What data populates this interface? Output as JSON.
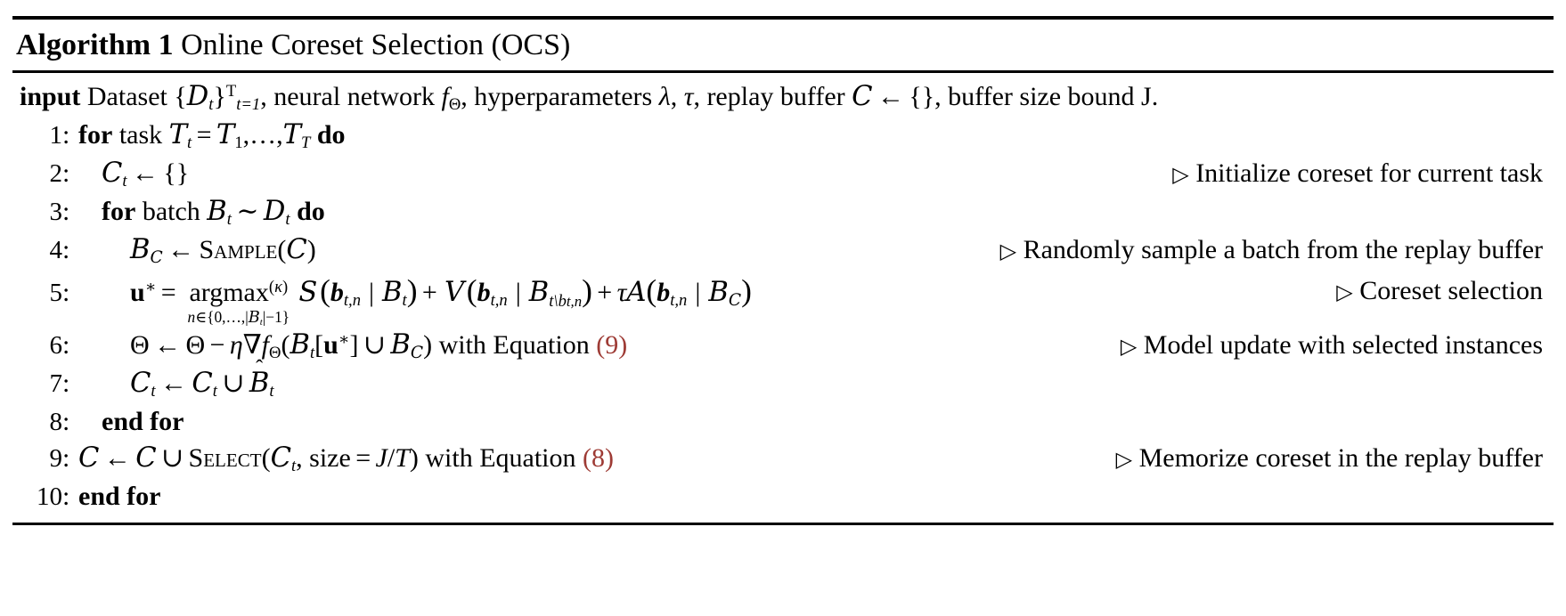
{
  "algorithm": {
    "label": "Algorithm 1",
    "name": "Online Coreset Selection (OCS)",
    "input_keyword": "input",
    "input_text_1": "Dataset {",
    "input_text_2": ", neural network ",
    "input_text_3": ", hyperparameters ",
    "input_text_4": ", replay buffer ",
    "input_text_5": ", buffer size bound J."
  },
  "symbols": {
    "dataset_D": "D",
    "task_T": "T",
    "batch_B": "B",
    "coreset_C": "C",
    "network_f": "f",
    "theta": "Θ",
    "lambda": "λ",
    "tau": "τ",
    "kappa": "κ",
    "eta": "η",
    "nabla": "∇",
    "arrow_left": "←",
    "empty_set_braces": "{}",
    "union": "∪",
    "element_of": "∈",
    "tilde_sim": "∼",
    "triangle_marker": "▷",
    "score_S": "S",
    "diversity_V": "V",
    "affinity_A": "A",
    "star": "∗",
    "hat": "̂",
    "setminus": "\\",
    "equals": "=",
    "minus": "−",
    "plus": "+",
    "ellipsis": ",…,",
    "abs_bar": "|"
  },
  "lines": [
    {
      "no": "1",
      "indent": 0,
      "code_plain": "for task T_t = T_1,...,T_T do",
      "comment": ""
    },
    {
      "no": "2",
      "indent": 1,
      "code_plain": "C_t ← {}",
      "comment": "▷ Initialize coreset for current task"
    },
    {
      "no": "3",
      "indent": 1,
      "code_plain": "for batch B_t ∼ D_t do",
      "comment": ""
    },
    {
      "no": "4",
      "indent": 2,
      "code_plain": "B_C ← Sample(C)",
      "comment": "▷ Randomly sample a batch from the replay buffer"
    },
    {
      "no": "5",
      "indent": 2,
      "code_plain": "u* = argmax^(κ)_{n∈{0,…,|B_t|−1}} S(b_{t,n} | B_t) + V(b_{t,n} | B_{t\\b_{t,n}}) + τA(b_{t,n} | B_C)",
      "comment": "▷ Coreset selection"
    },
    {
      "no": "6",
      "indent": 2,
      "code_plain": "Θ ← Θ − η∇f_Θ(B_t[u*] ∪ B_C) with Equation (9)",
      "comment": "▷ Model update with selected instances"
    },
    {
      "no": "7",
      "indent": 2,
      "code_plain": "C_t ← C_t ∪ B̂_t",
      "comment": ""
    },
    {
      "no": "8",
      "indent": 1,
      "code_plain": "end for",
      "comment": ""
    },
    {
      "no": "9",
      "indent": 1,
      "code_plain": "C ← C ∪ Select(C_t, size = J/T) with Equation (8)",
      "comment": "▷ Memorize coreset in the replay buffer"
    },
    {
      "no": "10",
      "indent": 0,
      "code_plain": "end for",
      "comment": ""
    }
  ],
  "keywords": {
    "for": "for",
    "do": "do",
    "end_for": "end for",
    "task": "task",
    "batch": "batch",
    "with_equation": "with Equation",
    "size": "size",
    "sample": "Sample",
    "select": "Select",
    "argmax": "argmax"
  },
  "equation_refs": {
    "eq9": "(9)",
    "eq8": "(8)",
    "color": "#9e3b35"
  },
  "comments": {
    "c2": "Initialize coreset for current task",
    "c4": "Randomly sample a batch from the replay buffer",
    "c5": "Coreset selection",
    "c6": "Model update with selected instances",
    "c9": "Memorize coreset in the replay buffer"
  },
  "colors": {
    "text": "#000000",
    "background": "#ffffff",
    "rule": "#000000",
    "eqref": "#9e3b35"
  }
}
